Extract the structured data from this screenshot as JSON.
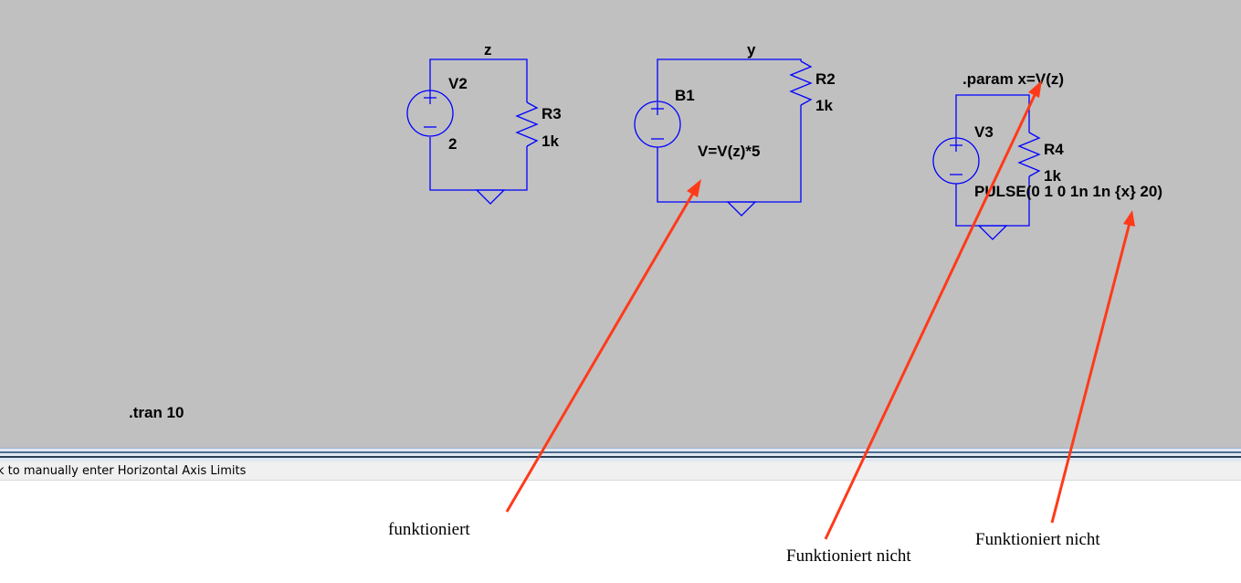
{
  "schematic": {
    "nets": {
      "z": "z",
      "y": "y"
    },
    "circuit1": {
      "source_name": "V2",
      "source_value": "2",
      "resistor_name": "R3",
      "resistor_value": "1k"
    },
    "circuit2": {
      "source_name": "B1",
      "source_value": "V=V(z)*5",
      "resistor_name": "R2",
      "resistor_value": "1k"
    },
    "circuit3": {
      "directive": ".param x=V(z)",
      "source_name": "V3",
      "source_value": "PULSE(0 1 0 1n 1n {x} 20)",
      "resistor_name": "R4",
      "resistor_value": "1k"
    },
    "tran_directive": ".tran 10"
  },
  "statusbar": {
    "text": "k to manually enter Horizontal Axis Limits"
  },
  "annotations": {
    "works": "funktioniert",
    "not_works_1": "Funktioniert nicht",
    "not_works_2": "Funktioniert nicht"
  },
  "colors": {
    "wire": "#0000ff",
    "arrow": "#ff3a1a",
    "canvas": "#c0c0c0"
  }
}
